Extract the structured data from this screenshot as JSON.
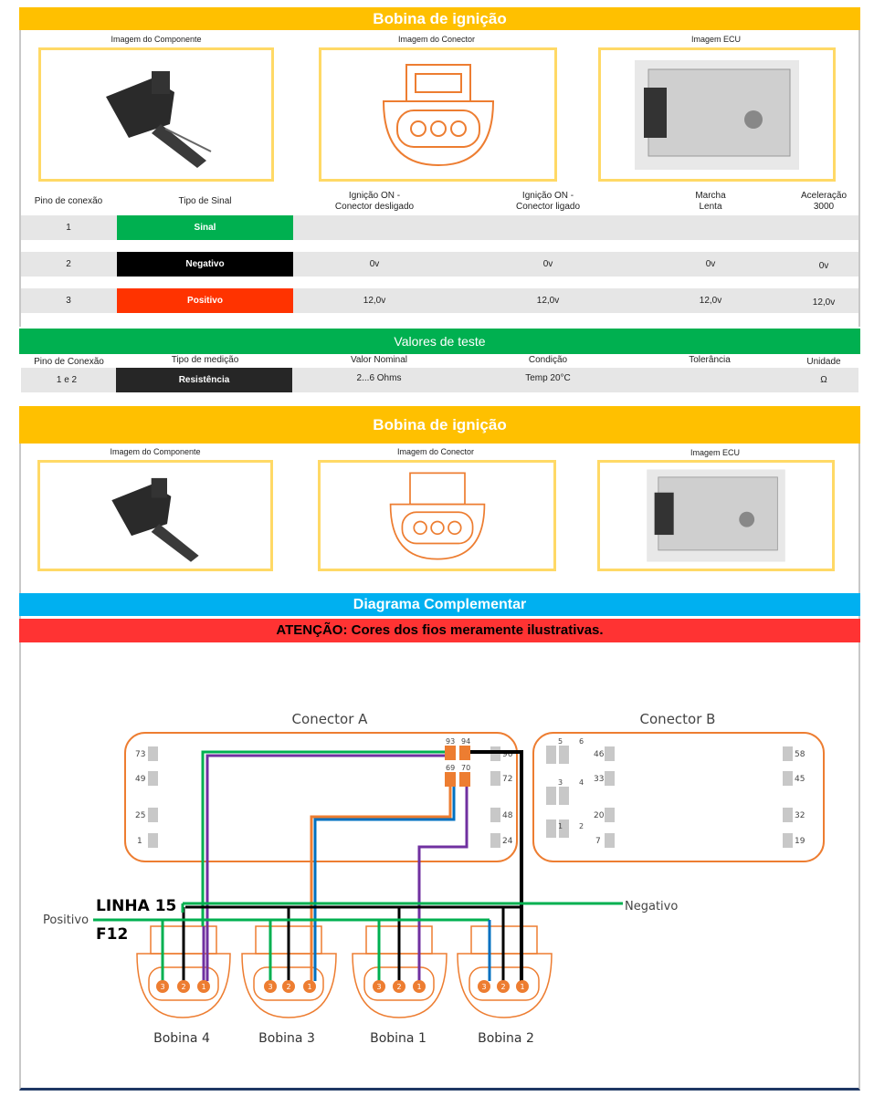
{
  "section1": {
    "title": "Bobina de ignição",
    "captions": [
      "Imagem do Componente",
      "Imagem do Conector",
      "Imagem ECU"
    ]
  },
  "table": {
    "headers": [
      "Pino de conexão",
      "Tipo de Sinal",
      "Ignição ON -\nConector desligado",
      "Ignição ON -\nConector ligado",
      "Marcha\nLenta",
      "Aceleração\n3000"
    ],
    "rows": [
      {
        "pin": "1",
        "signal": "Sinal",
        "color": "#00b050",
        "values": [
          "",
          "",
          "",
          ""
        ]
      },
      {
        "pin": "2",
        "signal": "Negativo",
        "color": "#000000",
        "values": [
          "0v",
          "0v",
          "0v",
          "0v"
        ]
      },
      {
        "pin": "3",
        "signal": "Positivo",
        "color": "#ff3300",
        "values": [
          "12,0v",
          "12,0v",
          "12,0v",
          "12,0v"
        ]
      }
    ]
  },
  "test": {
    "title": "Valores de teste",
    "headers": [
      "Pino de Conexão",
      "Tipo de medição",
      "Valor Nominal",
      "Condição",
      "Tolerância",
      "Unidade"
    ],
    "row": {
      "pin": "1 e 2",
      "type": "Resistência",
      "nominal": "2...6 Ohms",
      "condition": "Temp 20°C",
      "tolerance": "",
      "unit": "Ω"
    }
  },
  "section2": {
    "title": "Bobina de ignição",
    "captions": [
      "Imagem do Componente",
      "Imagem do Conector",
      "Imagem ECU"
    ]
  },
  "diagram": {
    "title": "Diagrama Complementar",
    "warning": "ATENÇÃO: Cores dos fios meramente ilustrativas.",
    "connector_a": "Conector A",
    "connector_b": "Conector B",
    "a_left_pins": [
      "73",
      "49",
      "25",
      "1"
    ],
    "a_right_pins": [
      "96",
      "72",
      "48",
      "24"
    ],
    "a_active_pins": [
      "93",
      "94",
      "69",
      "70"
    ],
    "b_big_pins": [
      "5",
      "6",
      "3",
      "4",
      "1",
      "2"
    ],
    "b_mid_pins": [
      "46",
      "33",
      "20",
      "7"
    ],
    "b_right_pins": [
      "58",
      "45",
      "32",
      "19"
    ],
    "linha": "LINHA 15",
    "fuse": "F12",
    "positivo": "Positivo",
    "negativo": "Negativo",
    "coils": [
      "Bobina 4",
      "Bobina 3",
      "Bobina 1",
      "Bobina 2"
    ],
    "coil_pins": [
      "3",
      "2",
      "1"
    ]
  },
  "colors": {
    "yellow": "#ffc000",
    "green": "#00b050",
    "blue": "#00b0f0",
    "red": "#ff3333",
    "orange": "#ed7d31"
  }
}
